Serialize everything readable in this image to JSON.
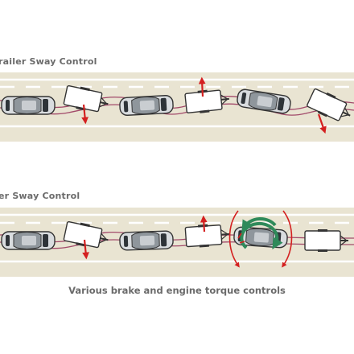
{
  "panels": {
    "top": {
      "title": "railer Sway Control"
    },
    "bottom": {
      "title": "er Sway Control"
    }
  },
  "caption": "Various brake and engine torque controls",
  "colors": {
    "road": "#e9e4d2",
    "lane_marking": "#ffffff",
    "path": "#a24a6a",
    "brake_arrow": "#d42020",
    "yaw_arrow": "#2f8a5a",
    "vehicle_body": "#d9dcdf",
    "vehicle_outline": "#3a3a3a",
    "text": "#6b6b6b"
  },
  "icons": [
    "car-icon",
    "trailer-icon",
    "red-arrow-icon",
    "green-rotation-arrow-icon",
    "red-arc-icon"
  ]
}
